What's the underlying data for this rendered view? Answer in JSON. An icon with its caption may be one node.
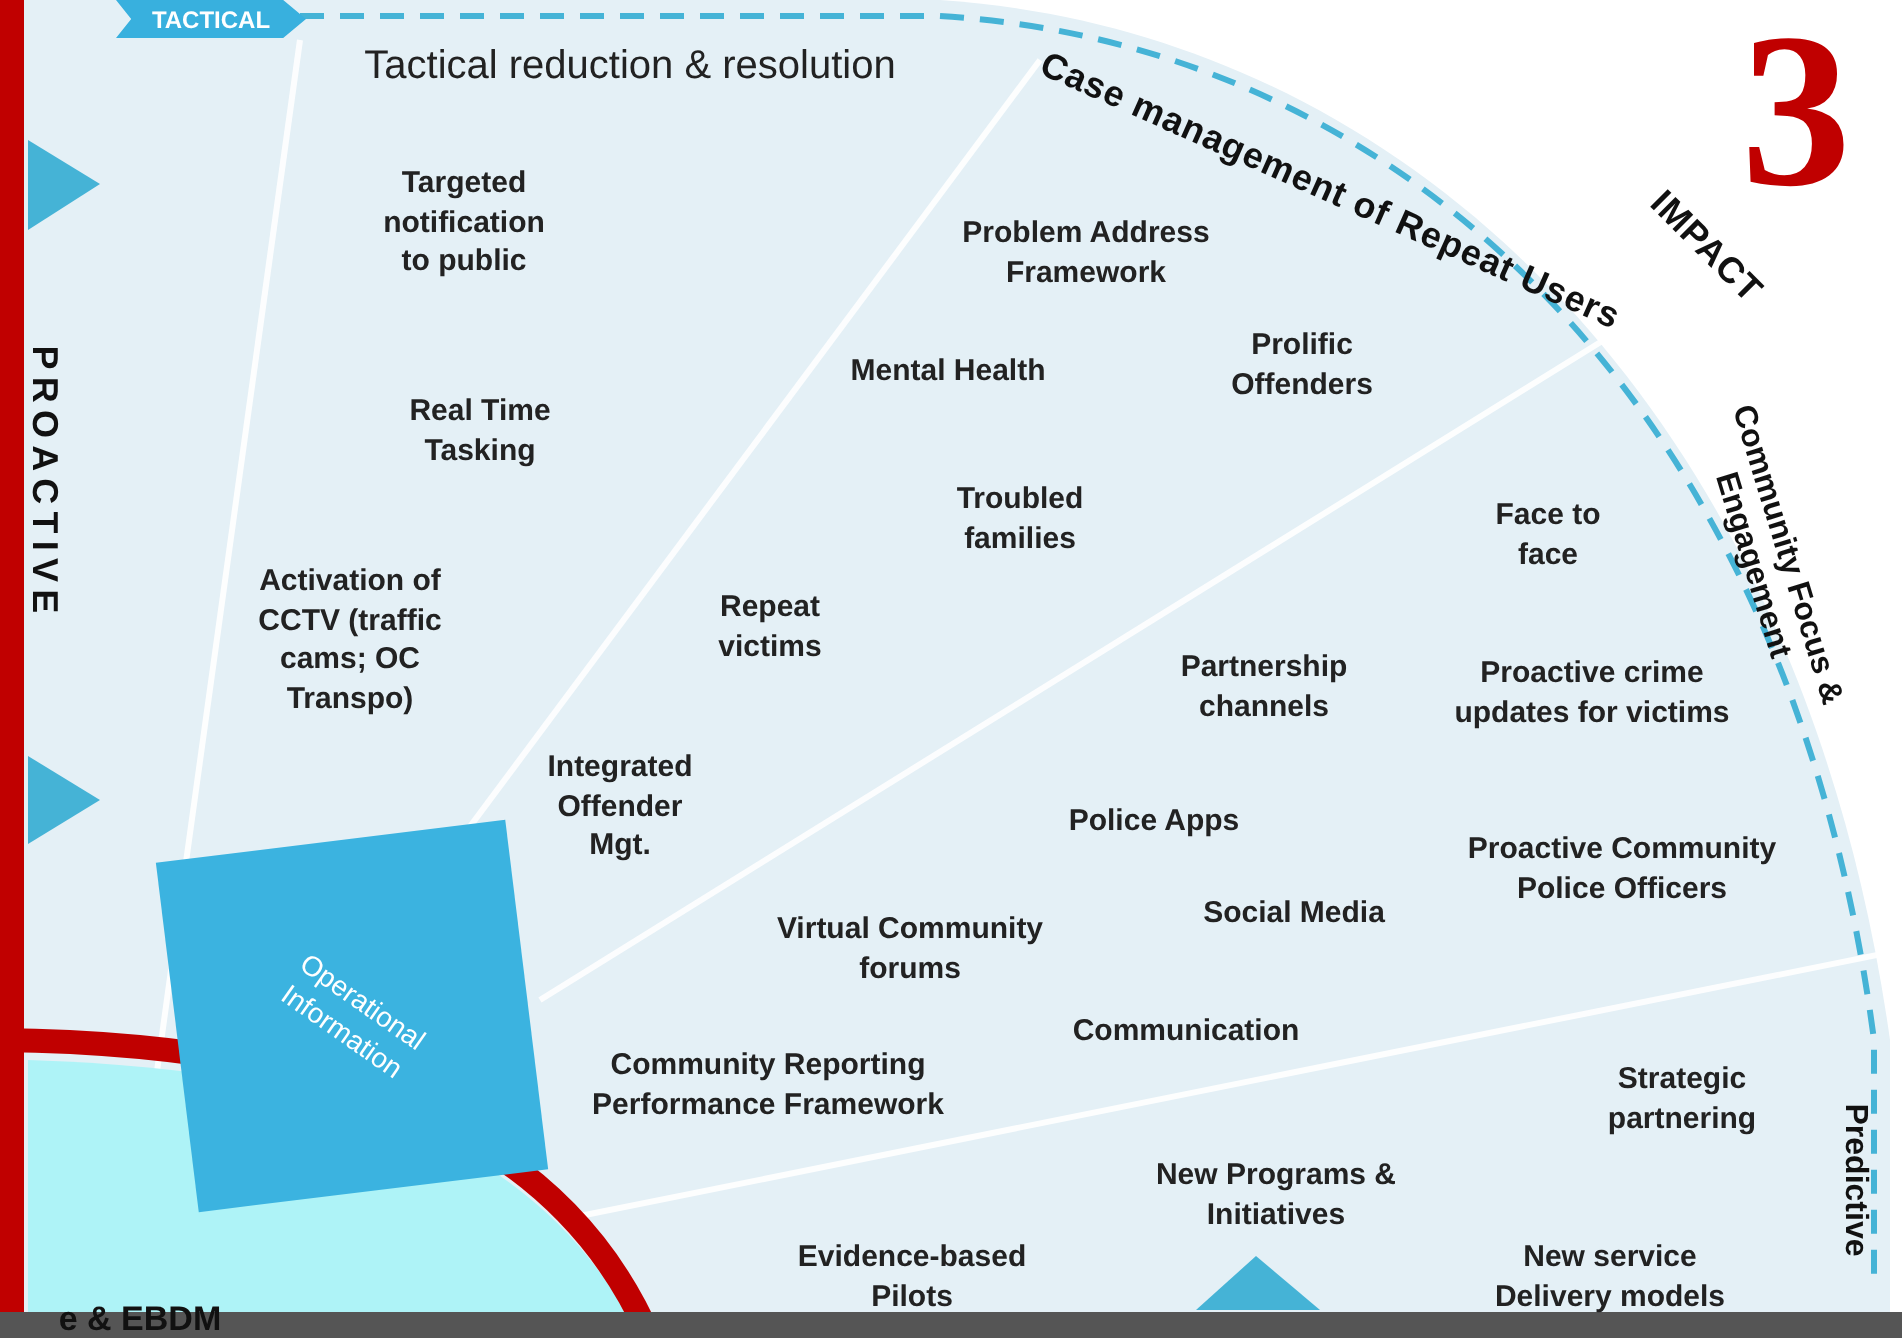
{
  "diagram": {
    "nodes": [
      {
        "text": [
          "TACTICAL"
        ]
      },
      {
        "text": [
          "Operational Information"
        ]
      }
    ],
    "labels": [
      "Tactical reduction & resolution",
      "Case management of Repeat Users",
      "IMPACT",
      "3",
      "PROACTIVE",
      "Targeted notification to public",
      "Problem Address Framework",
      "Prolific Offenders",
      "Mental Health",
      "Real Time Tasking",
      "Community Focus & Engagement",
      "Troubled families",
      "Face to face",
      "Activation of CCTV (traffic cams; OC Transpo)",
      "Repeat victims",
      "Partnership channels",
      "Proactive crime updates for victims",
      "Integrated Offender Mgt.",
      "Police Apps",
      "Proactive Community Police Officers",
      "Social Media",
      "Virtual Community forums",
      "Communication",
      "Community Reporting Performance Framework",
      "Strategic partnering",
      "Predictive",
      "New Programs & Initiatives",
      "Evidence-based Pilots",
      "New service Delivery models",
      "e & EBDM"
    ]
  }
}
